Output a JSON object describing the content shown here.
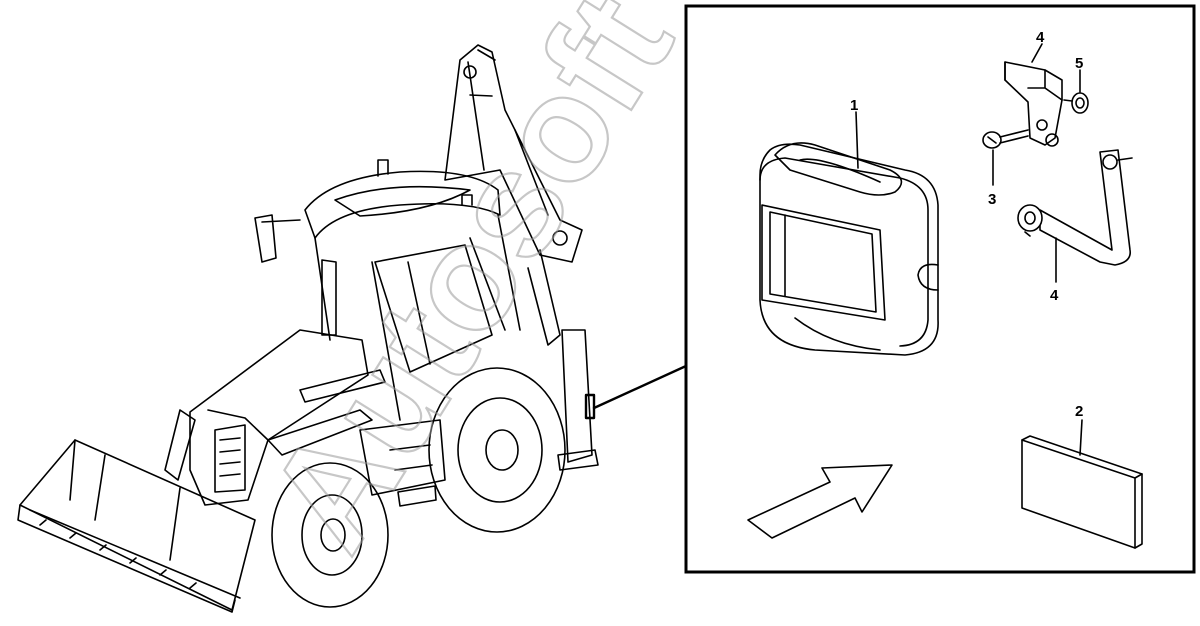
{
  "watermark": "Autosoft",
  "callouts": {
    "lamp_unit": "1",
    "reflector": "2",
    "bolt": "3",
    "bracket_upper": "4",
    "bracket_lower": "4",
    "nut": "5"
  },
  "colors": {
    "line": "#000000",
    "watermark": "#9a9a9a",
    "background": "#ffffff"
  }
}
